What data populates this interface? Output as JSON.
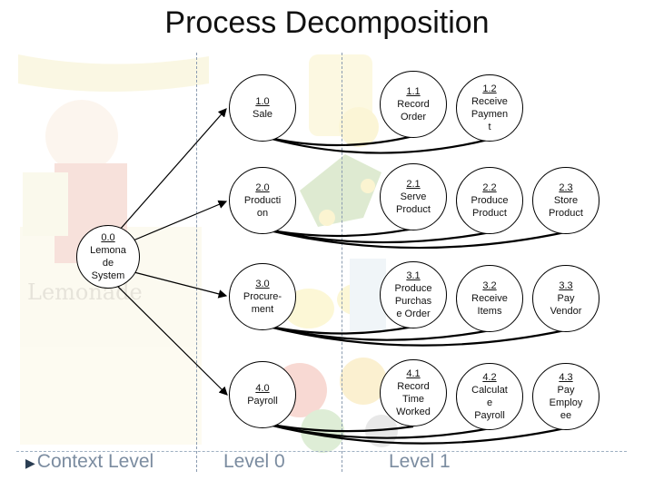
{
  "title": "Process Decomposition",
  "levels": {
    "context": "Context Level",
    "level0": "Level 0",
    "level1": "Level 1"
  },
  "nodes": {
    "n0_0": {
      "num": "0.0",
      "label": "Lemona\nde\nSystem"
    },
    "n1_0": {
      "num": "1.0",
      "label": "Sale"
    },
    "n1_1": {
      "num": "1.1",
      "label": "Record\nOrder"
    },
    "n1_2": {
      "num": "1.2",
      "label": "Receive\nPaymen\nt"
    },
    "n2_0": {
      "num": "2.0",
      "label": "Producti\non"
    },
    "n2_1": {
      "num": "2.1",
      "label": "Serve\nProduct"
    },
    "n2_2": {
      "num": "2.2",
      "label": "Produce\nProduct"
    },
    "n2_3": {
      "num": "2.3",
      "label": "Store\nProduct"
    },
    "n3_0": {
      "num": "3.0",
      "label": "Procure-\nment"
    },
    "n3_1": {
      "num": "3.1",
      "label": "Produce\nPurchas\ne Order"
    },
    "n3_2": {
      "num": "3.2",
      "label": "Receive\nItems"
    },
    "n3_3": {
      "num": "3.3",
      "label": "Pay\nVendor"
    },
    "n4_0": {
      "num": "4.0",
      "label": "Payroll"
    },
    "n4_1": {
      "num": "4.1",
      "label": "Record\nTime\nWorked"
    },
    "n4_2": {
      "num": "4.2",
      "label": "Calculat\ne\nPayroll"
    },
    "n4_3": {
      "num": "4.3",
      "label": "Pay\nEmploy\nee"
    }
  },
  "background_illustrations": [
    "lemonade-stand-icon",
    "lemonade-pitcher-icon",
    "lemon-tree-icon",
    "lemons-icon",
    "gears-icon"
  ]
}
